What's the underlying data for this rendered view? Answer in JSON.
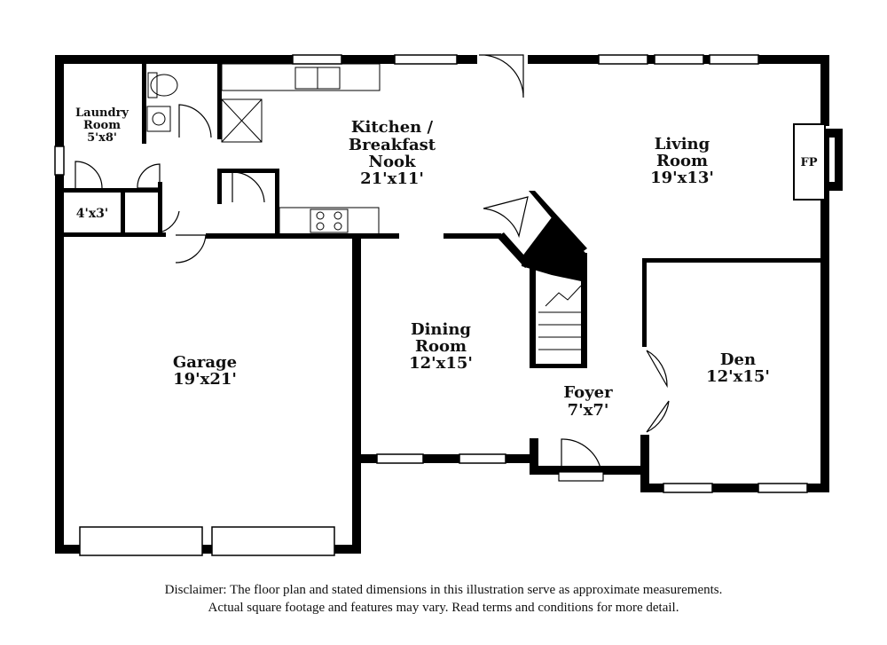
{
  "rooms": {
    "laundry": {
      "name_line1": "Laundry",
      "name_line2": "Room",
      "dims": "5'x8'"
    },
    "closet": {
      "dims": "4'x3'"
    },
    "kitchen": {
      "name_line1": "Kitchen /",
      "name_line2": "Breakfast",
      "name_line3": "Nook",
      "dims": "21'x11'"
    },
    "living": {
      "name_line1": "Living",
      "name_line2": "Room",
      "dims": "19'x13'"
    },
    "fireplace": {
      "label": "FP"
    },
    "garage": {
      "name": "Garage",
      "dims": "19'x21'"
    },
    "dining": {
      "name_line1": "Dining",
      "name_line2": "Room",
      "dims": "12'x15'"
    },
    "foyer": {
      "name": "Foyer",
      "dims": "7'x7'"
    },
    "den": {
      "name": "Den",
      "dims": "12'x15'"
    }
  },
  "disclaimer": {
    "line1": "Disclaimer: The floor plan and stated dimensions in this illustration serve as approximate measurements.",
    "line2": "Actual square footage and features may vary. Read terms and conditions for more detail."
  },
  "colors": {
    "wall": "#000000",
    "background": "#ffffff"
  }
}
